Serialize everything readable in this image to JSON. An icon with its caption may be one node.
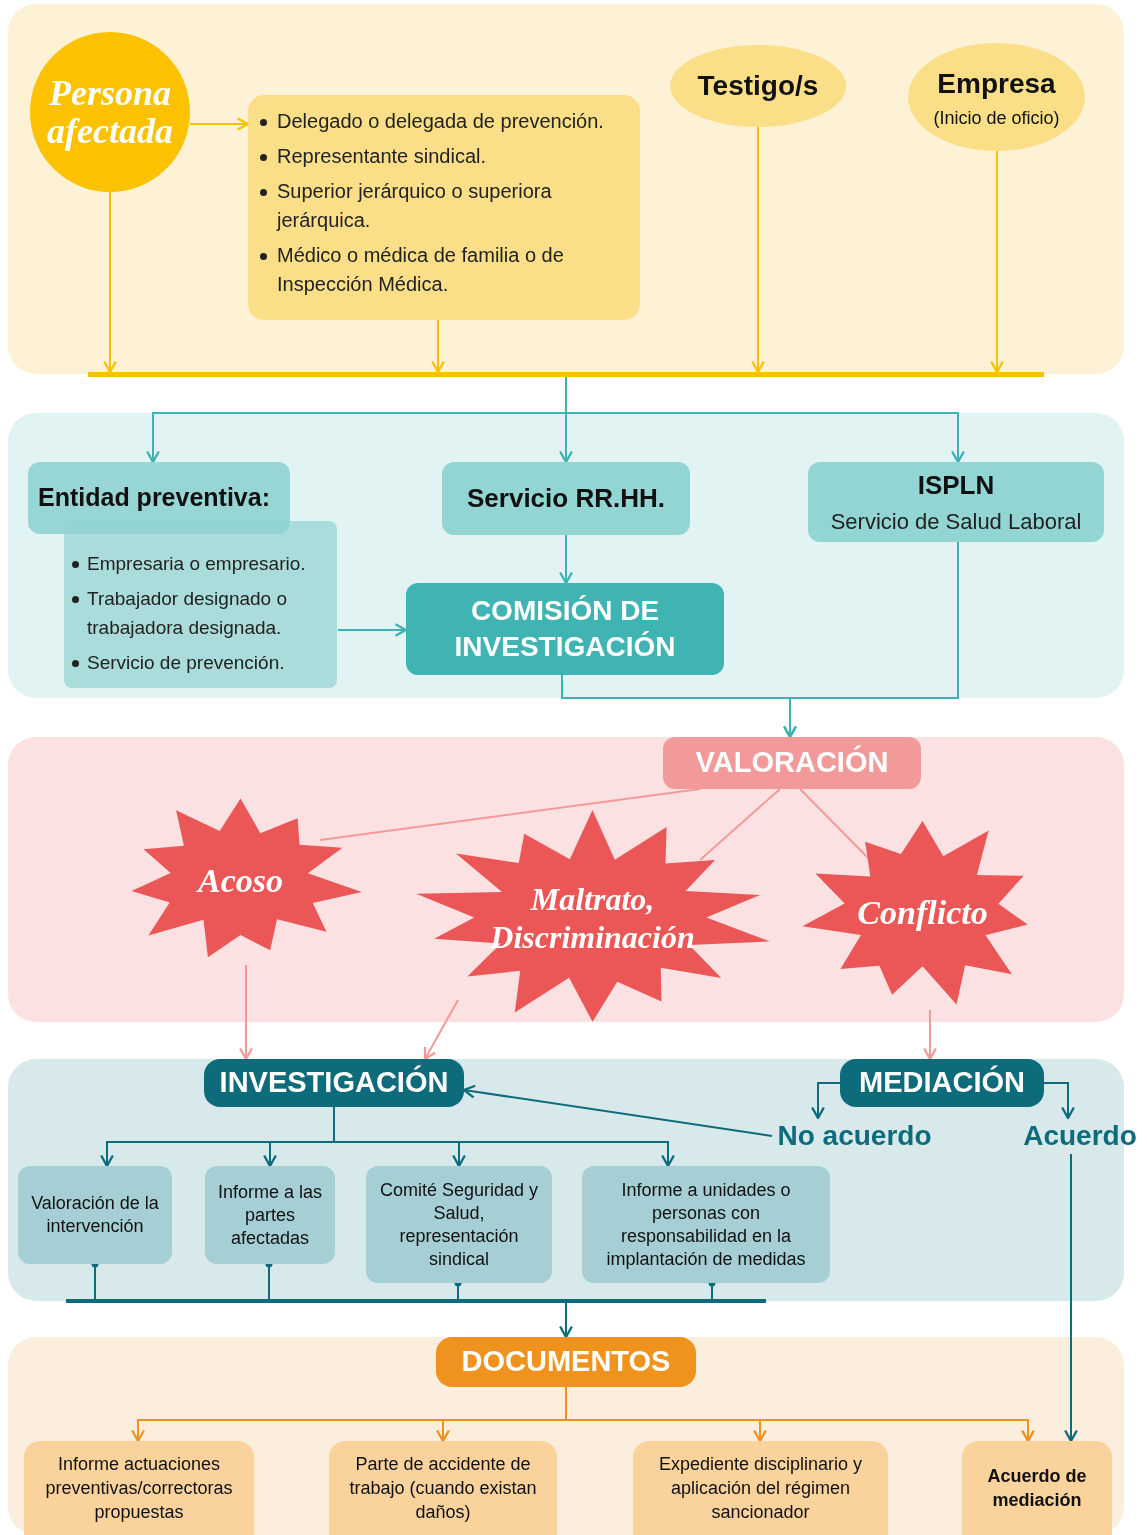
{
  "diagram": {
    "nodes": [
      {
        "text": [
          "Persona afectada"
        ]
      },
      {
        "text": [
          "Delegado o delegada de prevención.",
          "Representante sindical.",
          "Superior jerárquico o superiora jerárquica.",
          "Médico o médica de familia o de Inspección Médica."
        ]
      },
      {
        "text": [
          "Testigo/s"
        ]
      },
      {
        "text": [
          "Empresa",
          "(Inicio de oficio)"
        ]
      },
      {
        "text": [],
        "shape": "bar"
      },
      {
        "text": [
          "Entidad preventiva:",
          "Empresaria o empresario.",
          "Trabajador designado o trabajadora designada.",
          "Servicio de prevención."
        ]
      },
      {
        "text": [
          "Servicio RR.HH."
        ]
      },
      {
        "text": [
          "ISPLN",
          "Servicio de Salud Laboral"
        ]
      },
      {
        "text": [
          "COMISIÓN DE INVESTIGACIÓN"
        ]
      },
      {
        "text": [
          "VALORACIÓN"
        ]
      },
      {
        "text": [
          "Acoso"
        ]
      },
      {
        "text": [
          "Maltrato, Discriminación"
        ]
      },
      {
        "text": [
          "Conflicto"
        ]
      },
      {
        "text": [
          "INVESTIGACIÓN"
        ]
      },
      {
        "text": [
          "MEDIACIÓN"
        ]
      },
      {
        "text": [
          "No acuerdo"
        ]
      },
      {
        "text": [
          "Acuerdo"
        ]
      },
      {
        "text": [
          "Valoración de la intervención"
        ]
      },
      {
        "text": [
          "Informe a las partes afectadas"
        ]
      },
      {
        "text": [
          "Comité Seguridad y Salud, representación sindical"
        ]
      },
      {
        "text": [
          "Informe a unidades o personas con responsabilidad en la implantación de medidas"
        ]
      },
      {
        "text": [],
        "shape": "bar"
      },
      {
        "text": [
          "DOCUMENTOS"
        ]
      },
      {
        "text": [
          "Informe actuaciones preventivas/correctoras propuestas"
        ]
      },
      {
        "text": [
          "Parte de accidente de trabajo (cuando existan daños)"
        ]
      },
      {
        "text": [
          "Expediente disciplinario y aplicación del régimen sancionador"
        ]
      },
      {
        "text": [
          "Acuerdo de mediación"
        ]
      }
    ],
    "edges": [
      {
        "from": 0,
        "to": 1,
        "arrow": "to",
        "color": "#f7c200"
      },
      {
        "from": 0,
        "to": 4,
        "arrow": "to",
        "color": "#f7c200"
      },
      {
        "from": 1,
        "to": 4,
        "arrow": "to",
        "color": "#f7c200"
      },
      {
        "from": 2,
        "to": 4,
        "arrow": "to",
        "color": "#f7c200"
      },
      {
        "from": 3,
        "to": 4,
        "arrow": "to",
        "color": "#f7c200"
      },
      {
        "from": 4,
        "to": 5,
        "arrow": "to",
        "color": "#3fb3b3"
      },
      {
        "from": 4,
        "to": 6,
        "arrow": "to",
        "color": "#3fb3b3"
      },
      {
        "from": 4,
        "to": 7,
        "arrow": "to",
        "color": "#3fb3b3"
      },
      {
        "from": 6,
        "to": 8,
        "arrow": "to",
        "color": "#3fb3b3"
      },
      {
        "from": 5,
        "to": 8,
        "arrow": "to",
        "color": "#3fb3b3"
      },
      {
        "from": 8,
        "to": 9,
        "arrow": "to",
        "color": "#3fb3b3"
      },
      {
        "from": 7,
        "to": 9,
        "arrow": "to",
        "color": "#3fb3b3"
      },
      {
        "from": 9,
        "to": 10,
        "arrow": "none",
        "color": "#f29a9a"
      },
      {
        "from": 9,
        "to": 11,
        "arrow": "none",
        "color": "#f29a9a"
      },
      {
        "from": 9,
        "to": 12,
        "arrow": "none",
        "color": "#f29a9a"
      },
      {
        "from": 10,
        "to": 13,
        "arrow": "to",
        "color": "#f29a9a"
      },
      {
        "from": 11,
        "to": 13,
        "arrow": "to",
        "color": "#f29a9a"
      },
      {
        "from": 12,
        "to": 14,
        "arrow": "to",
        "color": "#f29a9a"
      },
      {
        "from": 14,
        "to": 15,
        "arrow": "to"
      },
      {
        "from": 14,
        "to": 16,
        "arrow": "to"
      },
      {
        "from": 15,
        "to": 13,
        "arrow": "to"
      },
      {
        "from": 13,
        "to": 17,
        "arrow": "to"
      },
      {
        "from": 13,
        "to": 18,
        "arrow": "to"
      },
      {
        "from": 13,
        "to": 19,
        "arrow": "to"
      },
      {
        "from": 13,
        "to": 20,
        "arrow": "to"
      },
      {
        "from": 17,
        "to": 21,
        "arrow": "other"
      },
      {
        "from": 18,
        "to": 21,
        "arrow": "other"
      },
      {
        "from": 19,
        "to": 21,
        "arrow": "other"
      },
      {
        "from": 20,
        "to": 21,
        "arrow": "other"
      },
      {
        "from": 21,
        "to": 22,
        "arrow": "to"
      },
      {
        "from": 22,
        "to": 23,
        "arrow": "to",
        "color": "#f0931e"
      },
      {
        "from": 22,
        "to": 24,
        "arrow": "to",
        "color": "#f0931e"
      },
      {
        "from": 22,
        "to": 25,
        "arrow": "to",
        "color": "#f0931e"
      },
      {
        "from": 22,
        "to": 26,
        "arrow": "to",
        "color": "#f0931e"
      },
      {
        "from": 16,
        "to": 26,
        "arrow": "to"
      }
    ]
  }
}
